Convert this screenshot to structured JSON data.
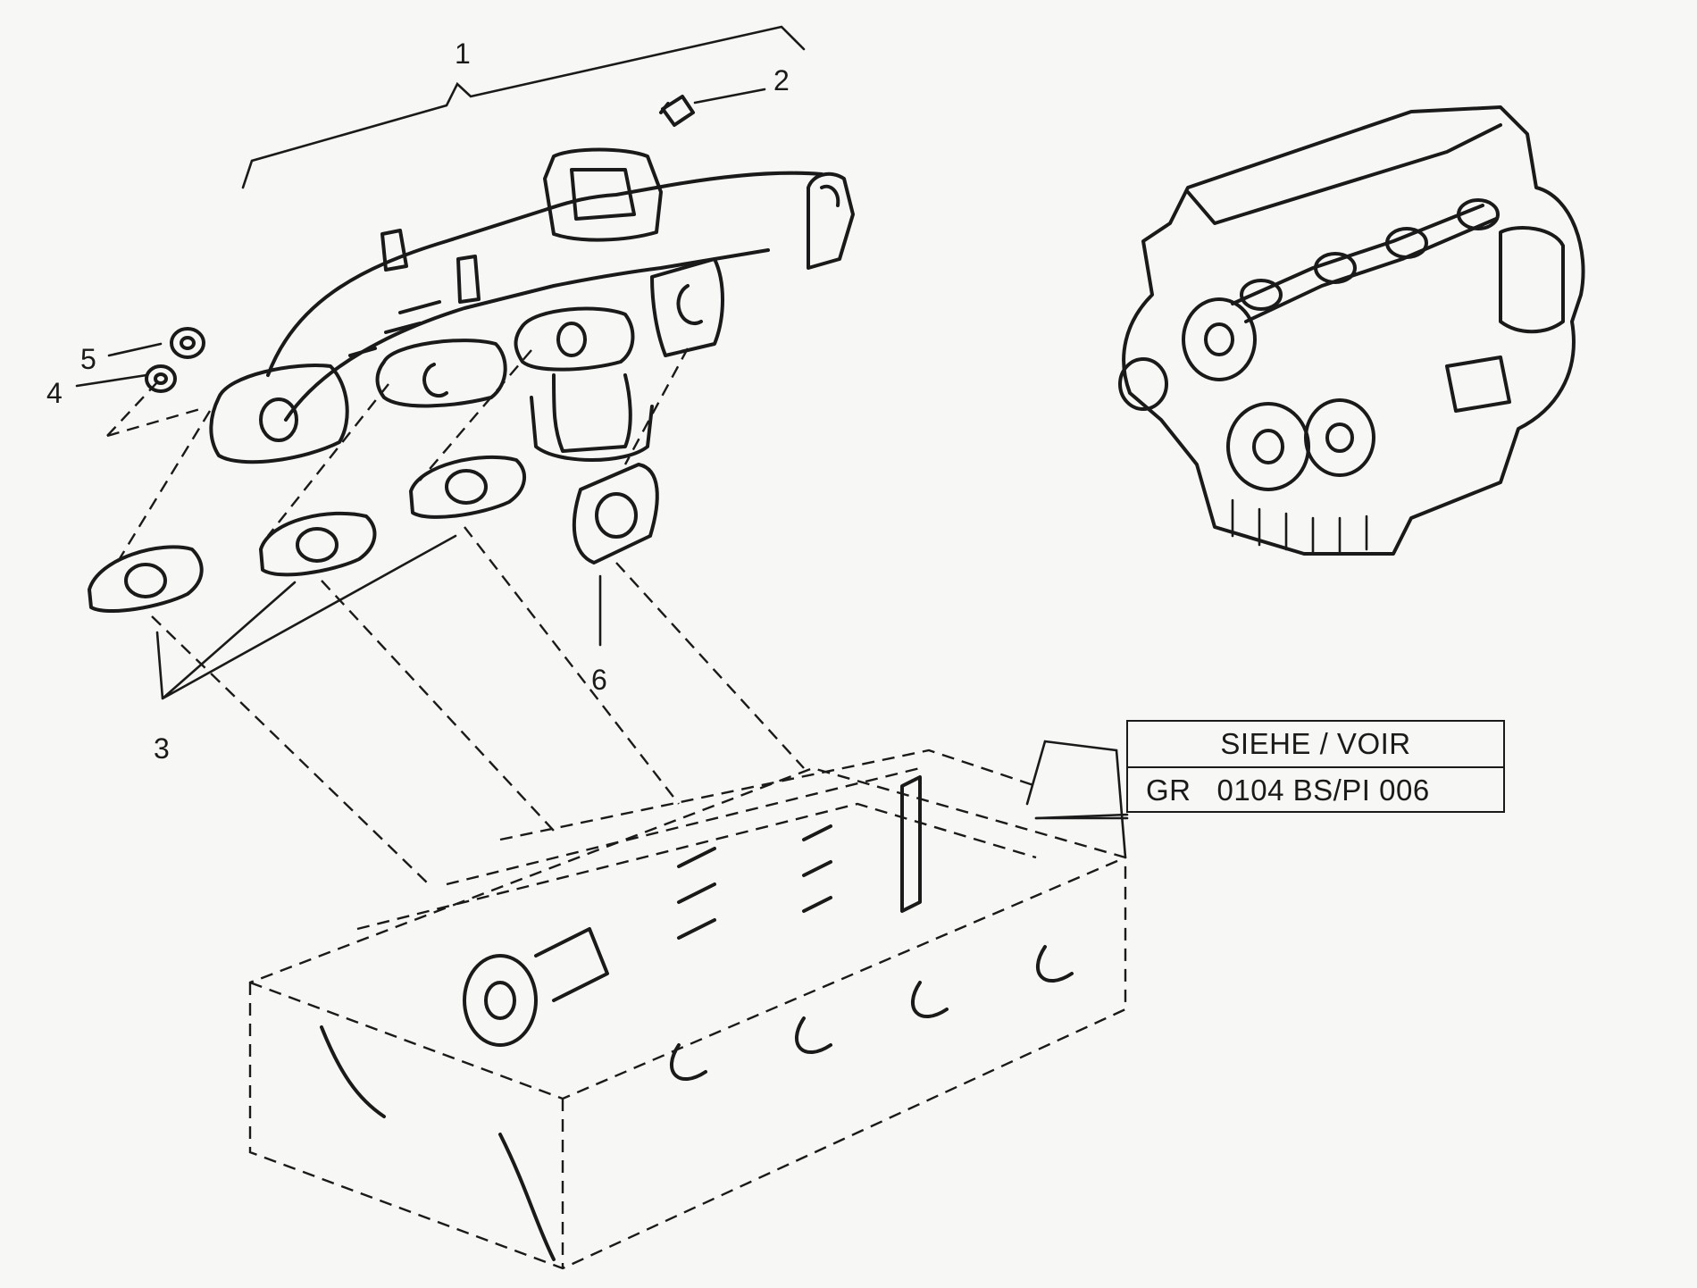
{
  "callouts": [
    {
      "id": "1",
      "label": "1"
    },
    {
      "id": "2",
      "label": "2"
    },
    {
      "id": "3",
      "label": "3"
    },
    {
      "id": "4",
      "label": "4"
    },
    {
      "id": "5",
      "label": "5"
    },
    {
      "id": "6",
      "label": "6"
    }
  ],
  "reference_box": {
    "line1": "SIEHE / VOIR",
    "line2": "GR   0104 BS/PI 006"
  },
  "colors": {
    "ink": "#1a1a1a",
    "paper": "#f7f7f5"
  }
}
